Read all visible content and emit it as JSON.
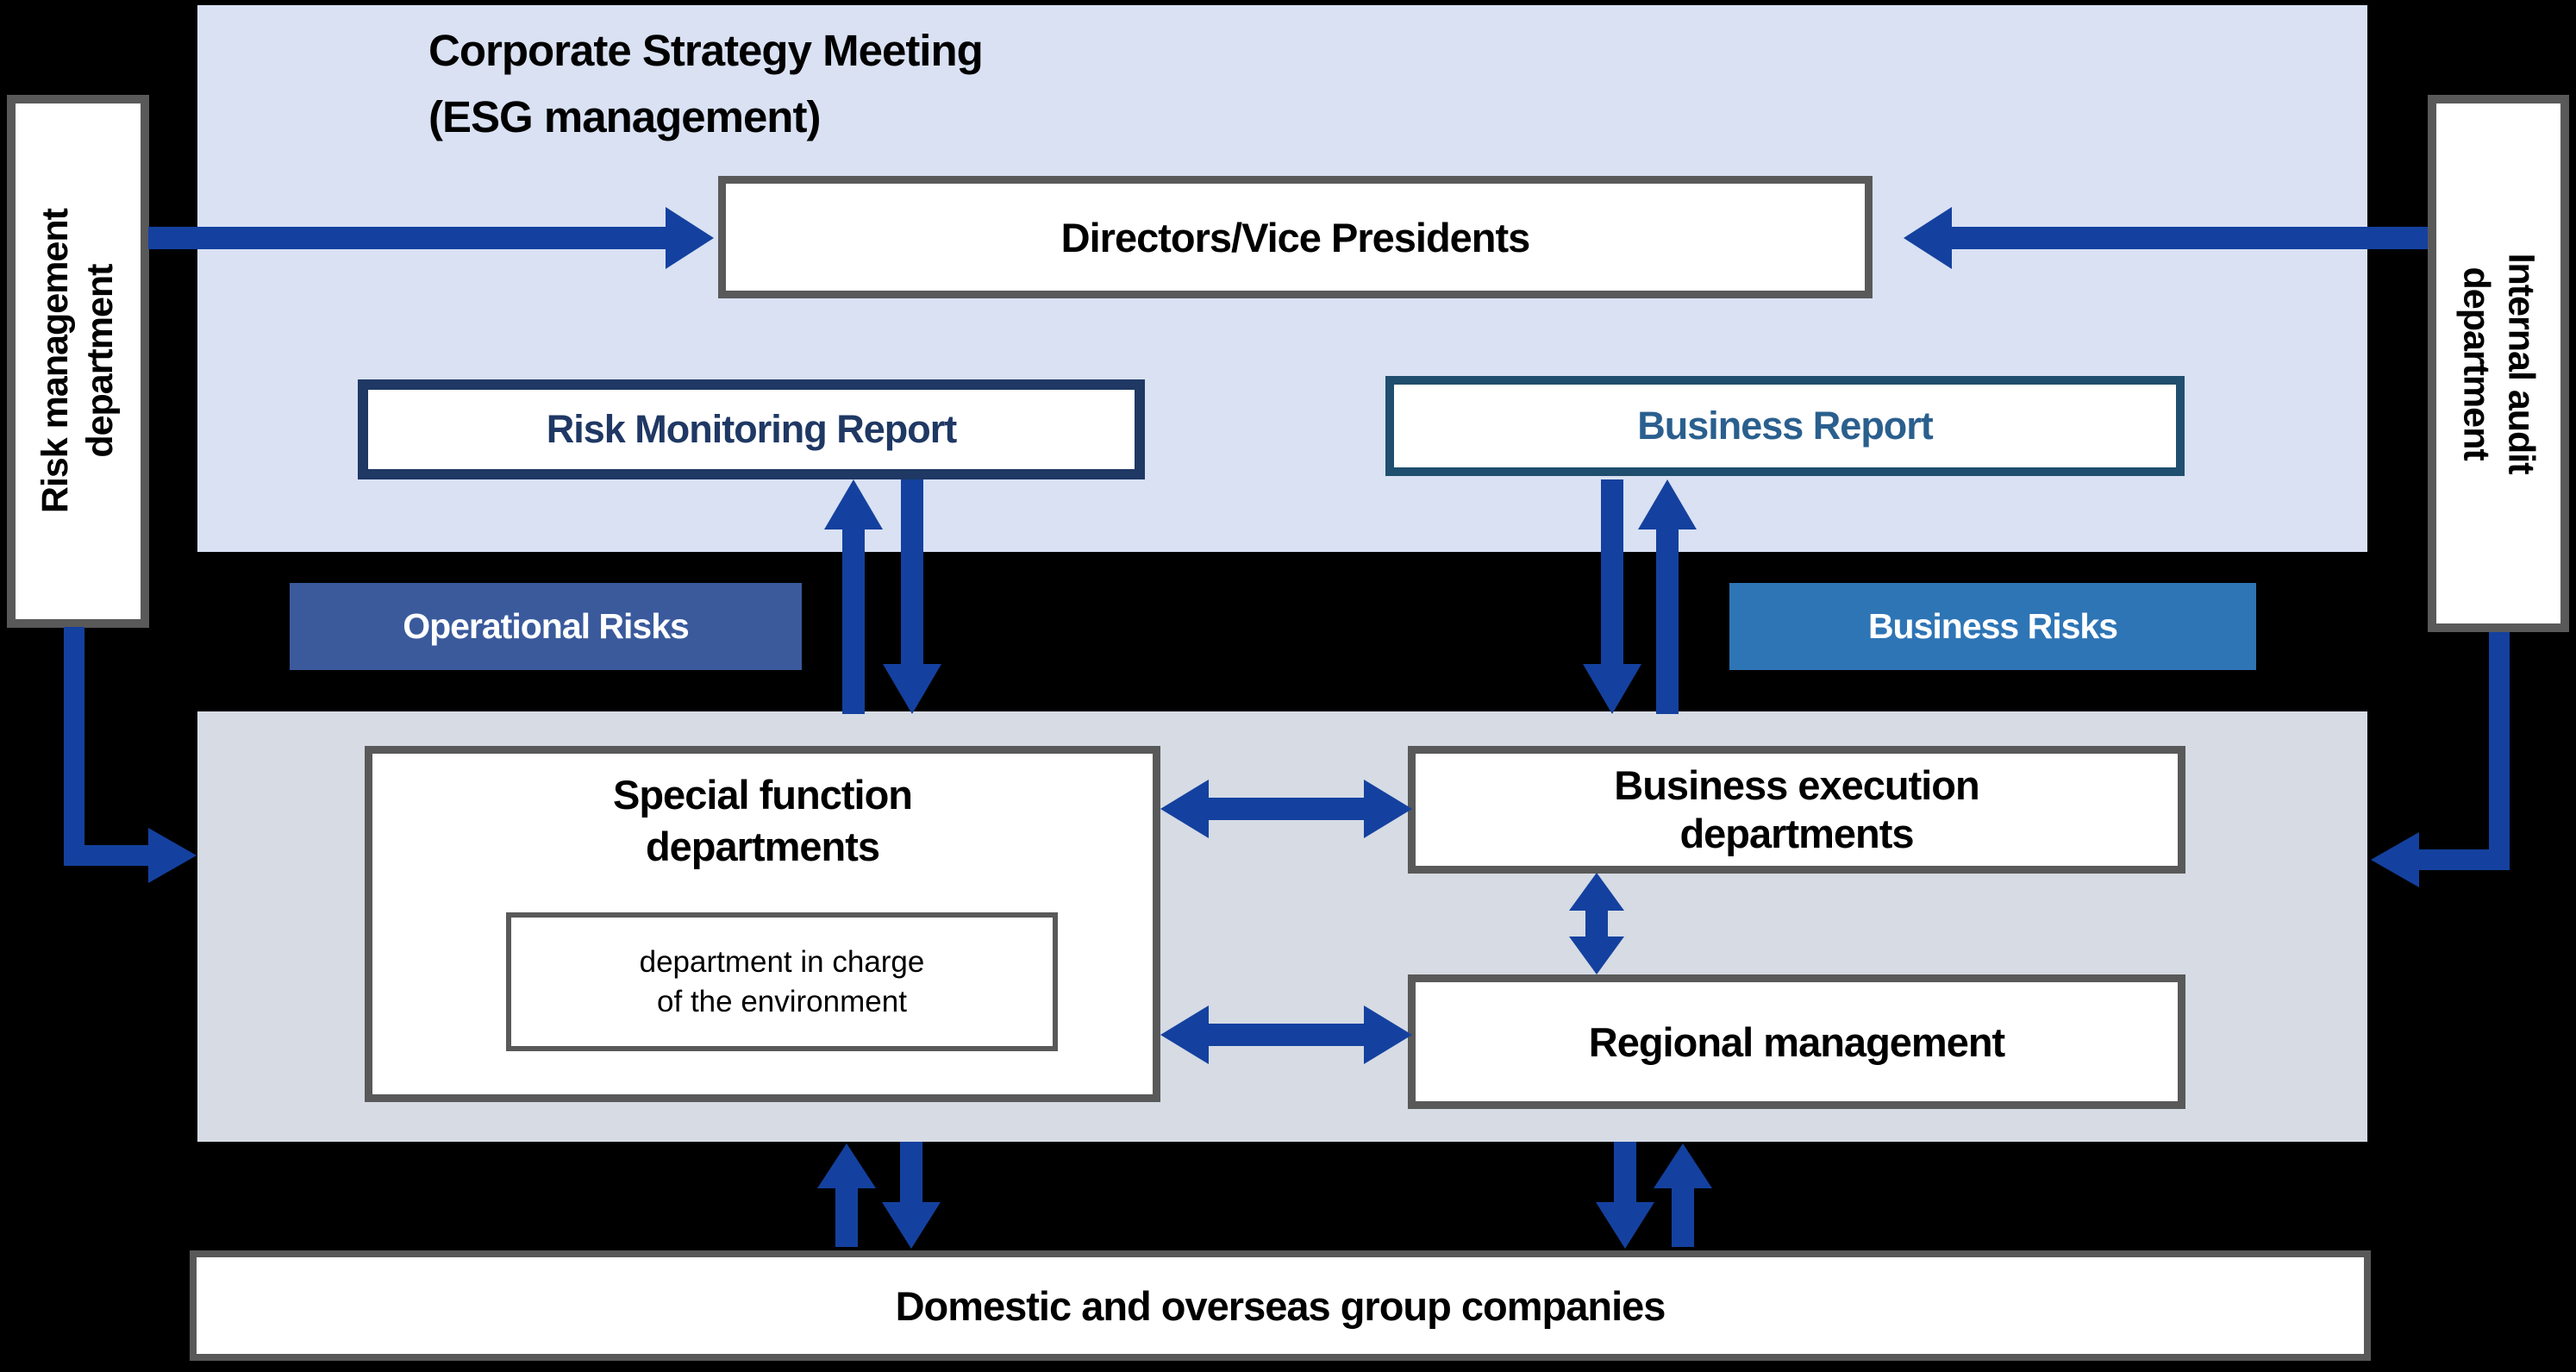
{
  "colors": {
    "background": "#000000",
    "top_panel": "#D9E1F3",
    "mid_panel": "#D6DBE4",
    "box_border_gray": "#595959",
    "risk_report_navy": "#1F3864",
    "business_report_blue": "#2A5F8E",
    "business_report_border": "#1F4E6E",
    "arrow_blue": "#14419F",
    "badge_operational_bg": "#3A5A9C",
    "badge_business_bg": "#2E75B6"
  },
  "header": {
    "line1": "Corporate Strategy Meeting",
    "line2": "(ESG management)"
  },
  "boxes": {
    "directors": "Directors/Vice Presidents",
    "risk_monitoring_report": "Risk Monitoring Report",
    "business_report": "Business Report",
    "special_function_line1": "Special function",
    "special_function_line2": "departments",
    "environment_dept_line1": "department in charge",
    "environment_dept_line2": "of the environment",
    "business_execution_line1": "Business execution",
    "business_execution_line2": "departments",
    "regional_management": "Regional management",
    "group_companies": "Domestic and overseas group companies"
  },
  "badges": {
    "operational": "Operational Risks",
    "business": "Business Risks"
  },
  "side_boxes": {
    "risk_management_line1": "Risk management",
    "risk_management_line2": "department",
    "internal_audit_line1": "Internal audit",
    "internal_audit_line2": "department"
  }
}
